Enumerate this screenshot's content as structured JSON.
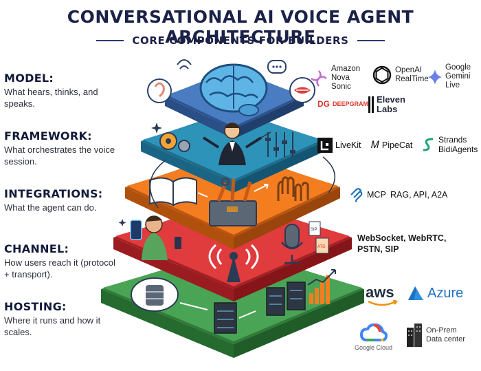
{
  "title": "CONVERSATIONAL AI VOICE AGENT ARCHITECTURE",
  "subtitle": "CORE COMPONENTS FOR BUILDERS",
  "layers": [
    {
      "heading": "MODEL:",
      "desc": "What hears, thinks, and speaks.",
      "color": "#3f6fb5"
    },
    {
      "heading": "FRAMEWORK:",
      "desc": "What orchestrates the voice session.",
      "color": "#2a8bb0"
    },
    {
      "heading": "INTEGRATIONS:",
      "desc": "What the agent can do.",
      "color": "#ef7a1e"
    },
    {
      "heading": "CHANNEL:",
      "desc": "How users reach it (protocol + transport).",
      "color": "#e0383a"
    },
    {
      "heading": "HOSTING:",
      "desc": "Where it runs and how it scales.",
      "color": "#3f9a4a"
    }
  ],
  "model_vendors": {
    "amazon": "Amazon Nova Sonic",
    "openai": "OpenAI RealTime",
    "google": "Google Gemini Live",
    "deepgram": "DEEPGRAM",
    "deepgram_mark": "DG",
    "elevenlabs": "Eleven Labs"
  },
  "framework_vendors": {
    "livekit": "LiveKit",
    "pipecat": "PipeCat",
    "strands": "Strands BidiAgents"
  },
  "integration_vendors": {
    "mcp": "MCP",
    "rest": "RAG, API, A2A"
  },
  "channel_text": "WebSocket, WebRTC, PSTN, SIP",
  "channel_icons": {
    "sip": "SIP",
    "atd": "ATD"
  },
  "hosting_vendors": {
    "aws": "aws",
    "azure": "Azure",
    "gcloud": "Google Cloud",
    "onprem": "On-Prem Data center"
  }
}
